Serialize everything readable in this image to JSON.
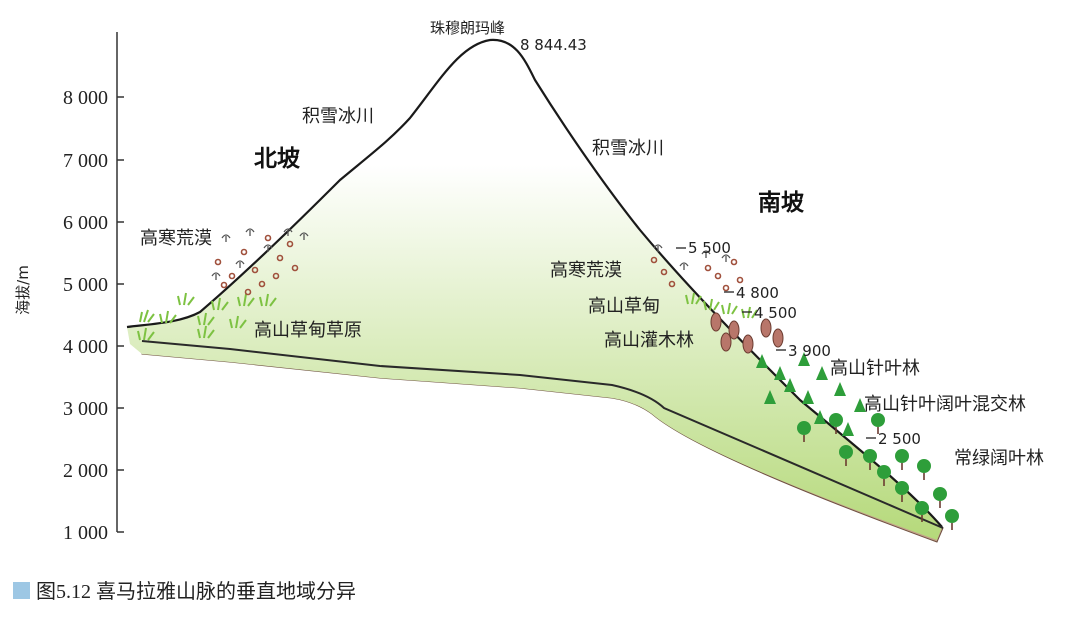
{
  "diagram": {
    "y_axis": {
      "label": "海拔/m",
      "ticks": [
        "1 000",
        "2 000",
        "3 000",
        "4 000",
        "5 000",
        "6 000",
        "7 000",
        "8 000"
      ]
    },
    "peak": {
      "name": "珠穆朗玛峰",
      "elevation": "8 844.43"
    },
    "north": {
      "title": "北坡",
      "glacier": "积雪冰川",
      "zones": [
        "高寒荒漠",
        "高山草甸草原"
      ]
    },
    "south": {
      "title": "南坡",
      "glacier": "积雪冰川",
      "zones": [
        "高寒荒漠",
        "高山草甸",
        "高山灌木林",
        "高山针叶林",
        "高山针叶阔叶混交林",
        "常绿阔叶林"
      ],
      "boundaries": [
        "5 500",
        "4 800",
        "4 500",
        "3 900",
        "2 500"
      ]
    },
    "caption": "图5.12  喜马拉雅山脉的垂直地域分异",
    "colors": {
      "ground": "#c3a08a",
      "grad_top": "#ffffff",
      "grad_bottom": "#b5d97a",
      "tree": "#2e9e3a",
      "shrub": "#b8766a",
      "grass": "#7dc242",
      "caption_square": "#9dc7e4"
    }
  }
}
